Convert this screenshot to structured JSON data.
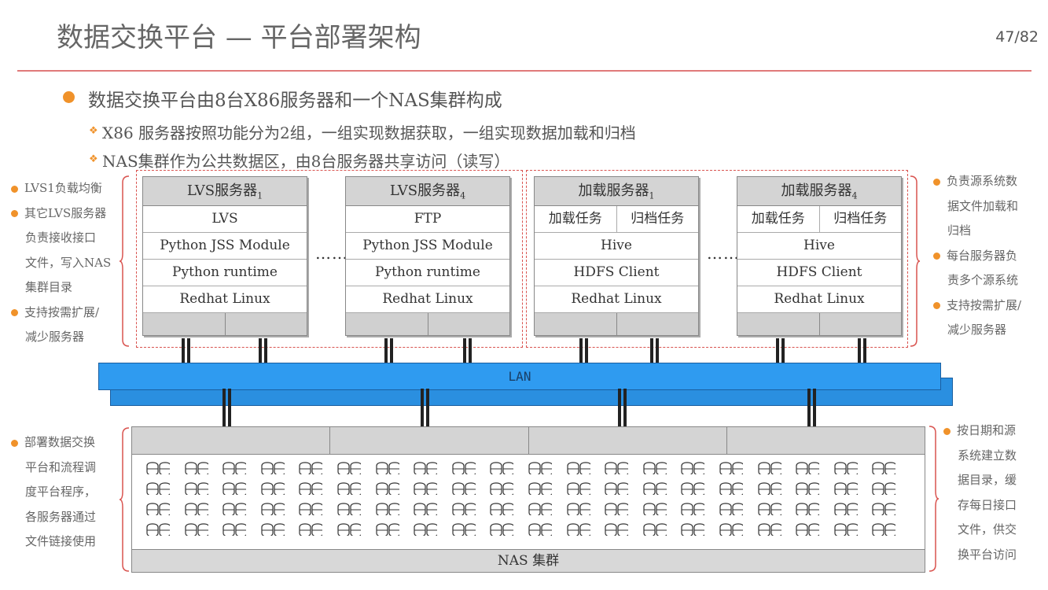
{
  "header": {
    "title": "数据交换平台 — 平台部署架构",
    "page": "47/82"
  },
  "bullets": {
    "main": "数据交换平台由8台X86服务器和一个NAS集群构成",
    "subs": [
      "X86 服务器按照功能分为2组，一组实现数据获取，一组实现数据加载和归档",
      "NAS集群作为公共数据区，由8台服务器共享访问（读写）"
    ]
  },
  "left_notes_top": [
    {
      "bullet": true,
      "text": "LVS1负载均衡"
    },
    {
      "bullet": true,
      "text": "其它LVS服务器"
    },
    {
      "bullet": false,
      "text": "负责接收接口"
    },
    {
      "bullet": false,
      "text": "文件，写入NAS"
    },
    {
      "bullet": false,
      "text": "集群目录"
    },
    {
      "bullet": true,
      "text": "支持按需扩展/"
    },
    {
      "bullet": false,
      "text": "减少服务器"
    }
  ],
  "left_notes_bottom": [
    {
      "bullet": true,
      "text": "部署数据交换"
    },
    {
      "bullet": false,
      "text": "平台和流程调"
    },
    {
      "bullet": false,
      "text": "度平台程序，"
    },
    {
      "bullet": false,
      "text": "各服务器通过"
    },
    {
      "bullet": false,
      "text": "文件链接使用"
    }
  ],
  "right_notes_top": [
    {
      "bullet": true,
      "text": "负责源系统数"
    },
    {
      "bullet": false,
      "text": "据文件加载和"
    },
    {
      "bullet": false,
      "text": "归档"
    },
    {
      "bullet": true,
      "text": "每台服务器负"
    },
    {
      "bullet": false,
      "text": "责多个源系统"
    },
    {
      "bullet": true,
      "text": "支持按需扩展/"
    },
    {
      "bullet": false,
      "text": "减少服务器"
    }
  ],
  "right_notes_bottom": [
    {
      "bullet": true,
      "text": "按日期和源"
    },
    {
      "bullet": false,
      "text": "系统建立数"
    },
    {
      "bullet": false,
      "text": "据目录，缓"
    },
    {
      "bullet": false,
      "text": "存每日接口"
    },
    {
      "bullet": false,
      "text": "文件，供交"
    },
    {
      "bullet": false,
      "text": "换平台访问"
    }
  ],
  "servers": [
    {
      "name": "LVS服务器",
      "sub": "1",
      "rows": [
        "LVS",
        "Python JSS Module",
        "Python runtime",
        "Redhat Linux"
      ]
    },
    {
      "name": "LVS服务器",
      "sub": "4",
      "rows": [
        "FTP",
        "Python JSS Module",
        "Python runtime",
        "Redhat Linux"
      ]
    },
    {
      "name": "加载服务器",
      "sub": "1",
      "split": [
        "加载任务",
        "归档任务"
      ],
      "rows": [
        "Hive",
        "HDFS Client",
        "Redhat Linux"
      ]
    },
    {
      "name": "加载服务器",
      "sub": "4",
      "split": [
        "加载任务",
        "归档任务"
      ],
      "rows": [
        "Hive",
        "HDFS Client",
        "Redhat Linux"
      ]
    }
  ],
  "ellipsis": "……",
  "lan_label": "LAN",
  "nas_label": "NAS 集群",
  "colors": {
    "accent": "#f0922a",
    "rule": "#e07a7a",
    "lan": "#2f9bf0",
    "dashed": "#d9534f"
  }
}
